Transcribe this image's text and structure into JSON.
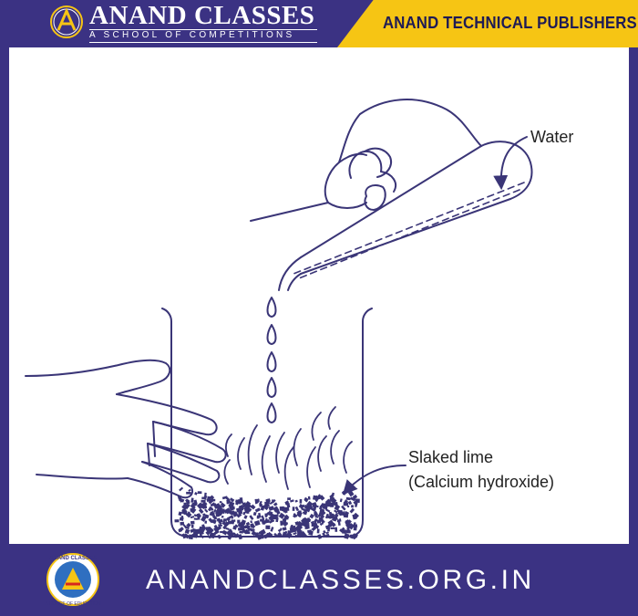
{
  "header": {
    "brand_title": "ANAND CLASSES",
    "brand_subtitle": "A SCHOOL OF COMPETITIONS",
    "publisher": "ANAND TECHNICAL PUBLISHERS"
  },
  "diagram": {
    "labels": {
      "water": "Water",
      "slaked_lime_line1": "Slaked lime",
      "slaked_lime_line2": "(Calcium hydroxide)"
    }
  },
  "footer": {
    "url": "ANANDCLASSES.ORG.IN",
    "logo_top_text": "ANAND CLASSES",
    "logo_bottom_text": "A HOUSE OF EDUCATION"
  },
  "colors": {
    "brand_navy": "#3b3283",
    "accent_yellow": "#f6c514",
    "line": "#3a3577"
  }
}
